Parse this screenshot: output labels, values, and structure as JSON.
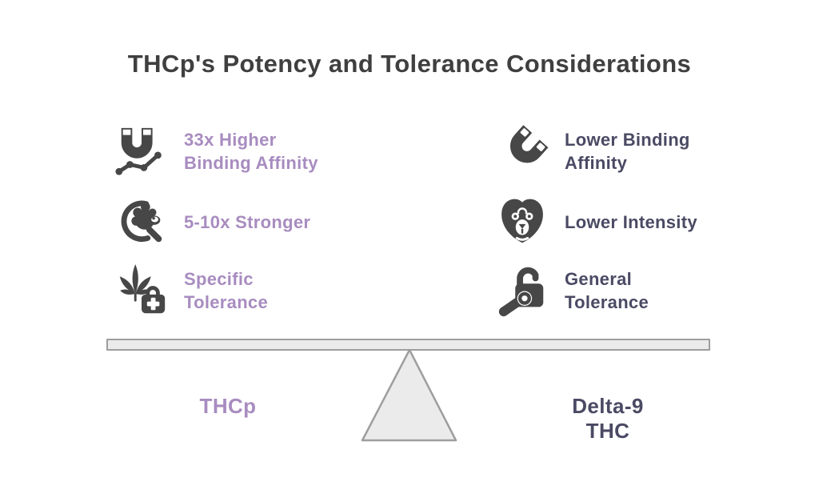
{
  "title": "THCp's Potency and Tolerance Considerations",
  "columns": {
    "left": {
      "items": [
        {
          "icon": "magnet-chart-icon",
          "label": "33x Higher\nBinding Affinity"
        },
        {
          "icon": "lion-magnifier-icon",
          "label": "5-10x Stronger"
        },
        {
          "icon": "cannabis-medkit-icon",
          "label": "Specific\nTolerance"
        }
      ]
    },
    "right": {
      "items": [
        {
          "icon": "magnet-icon",
          "label": "Lower Binding\nAffinity"
        },
        {
          "icon": "lion-face-icon",
          "label": "Lower Intensity"
        },
        {
          "icon": "lock-key-icon",
          "label": "General\nTolerance"
        }
      ]
    }
  },
  "balance": {
    "left_label": "THCp",
    "right_label": "Delta-9 THC"
  },
  "colors": {
    "title_text": "#3f3f3f",
    "purple_accent": "#a88cc0",
    "navy_accent": "#4a4a64",
    "icon": "#474747",
    "beam_fill": "#ebebeb",
    "beam_border": "#9e9e9e",
    "background": "#ffffff"
  }
}
